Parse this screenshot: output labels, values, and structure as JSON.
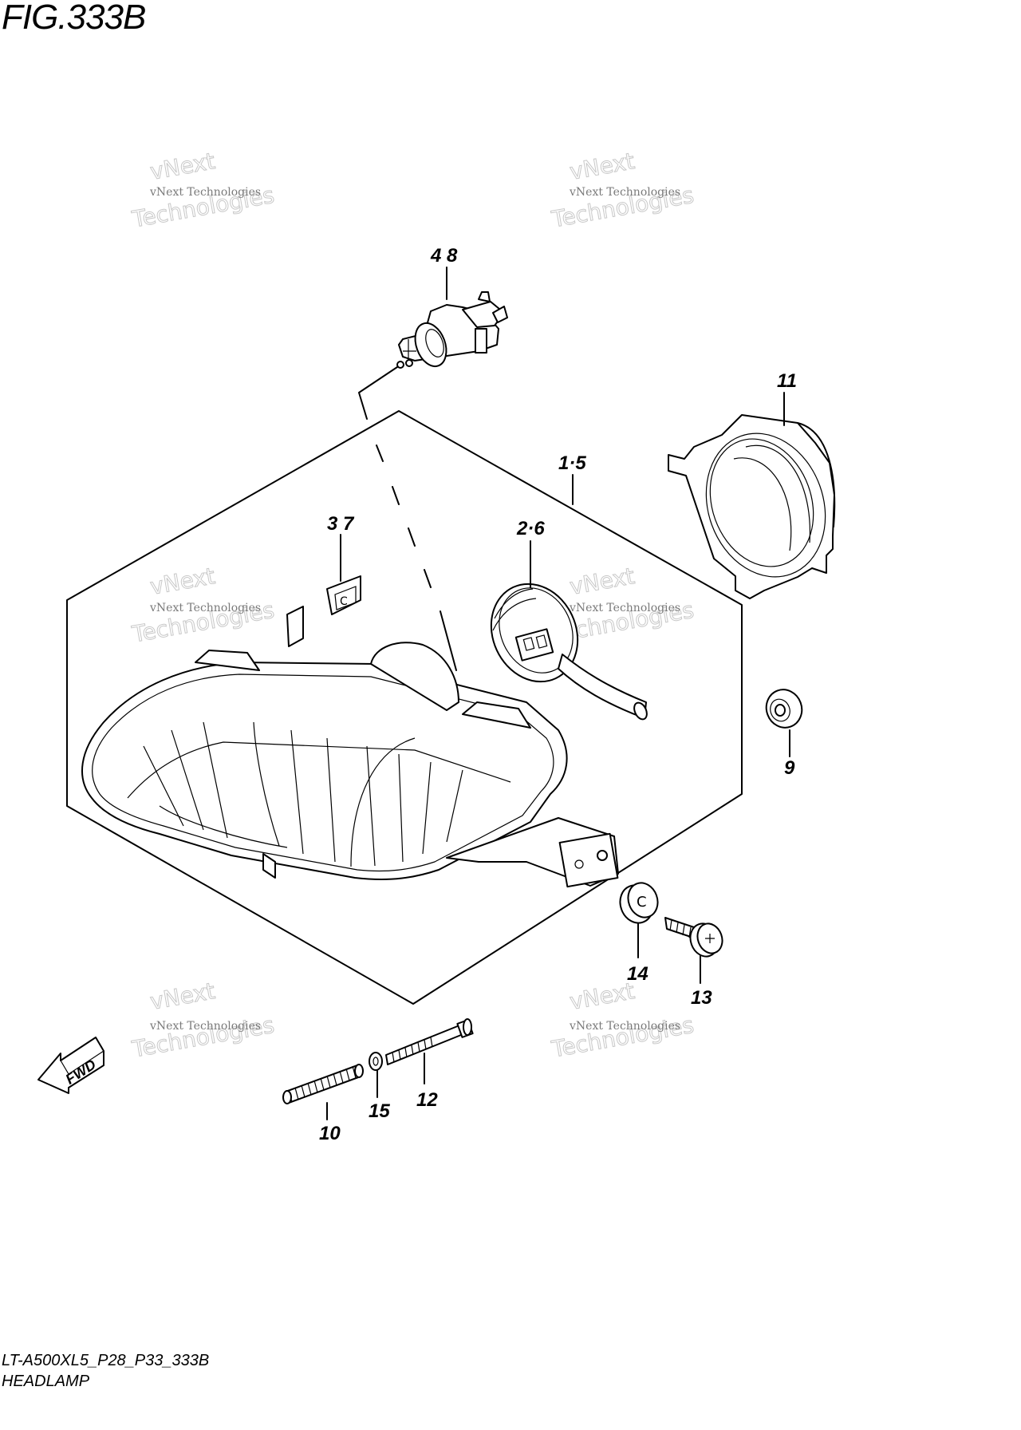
{
  "figure": {
    "title": "FIG.333B",
    "model_code": "LT-A500XL5_P28_P33_333B",
    "section_name": "HEADLAMP"
  },
  "callouts": [
    {
      "id": "4-8",
      "text": "4 8"
    },
    {
      "id": "11",
      "text": "11"
    },
    {
      "id": "1-5",
      "text": "1·5"
    },
    {
      "id": "3-7",
      "text": "3 7"
    },
    {
      "id": "2-6",
      "text": "2·6"
    },
    {
      "id": "9",
      "text": "9"
    },
    {
      "id": "14",
      "text": "14"
    },
    {
      "id": "13",
      "text": "13"
    },
    {
      "id": "10",
      "text": "10"
    },
    {
      "id": "15",
      "text": "15"
    },
    {
      "id": "12",
      "text": "12"
    }
  ],
  "direction_arrow": {
    "label": "FWD"
  },
  "watermark": {
    "line_small": "vNext Technologies",
    "line_large_top": "vNext",
    "line_large_bottom": "Technologies"
  }
}
